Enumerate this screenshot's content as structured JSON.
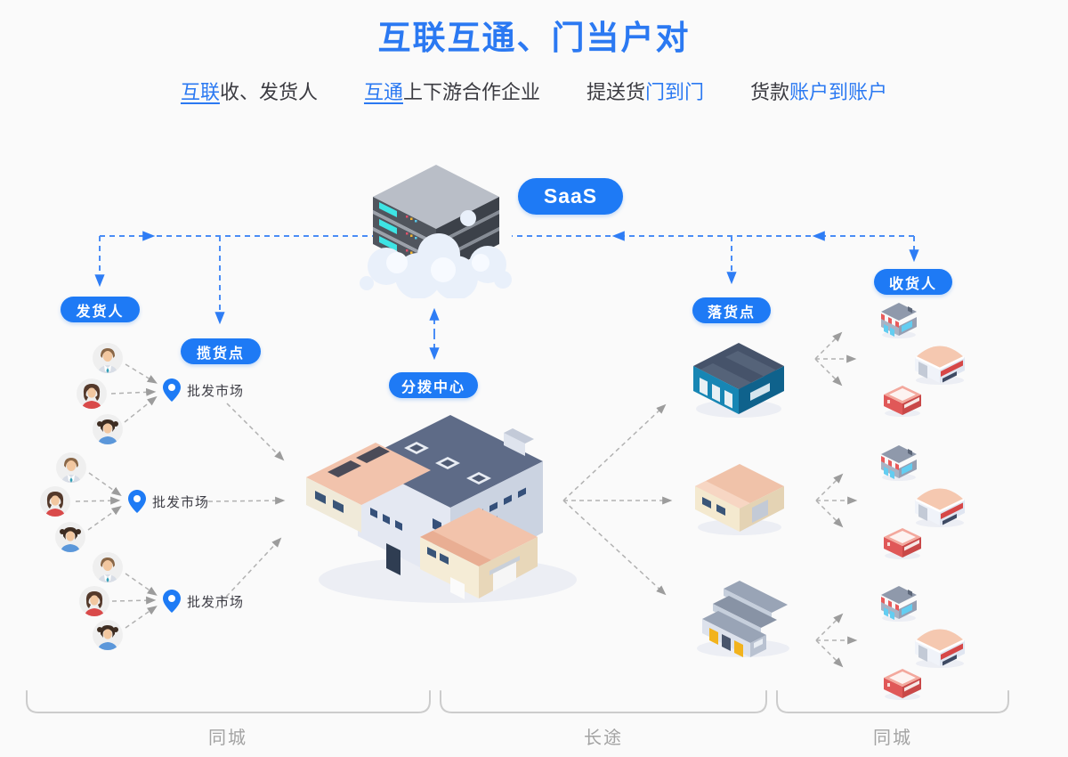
{
  "page": {
    "background": "#fafafa",
    "accent_blue": "#1e7af5",
    "title_blue": "#2b79f2",
    "text_dark": "#3b3b41",
    "dash_blue": "#4a8df6",
    "dash_gray": "#b1b1b1",
    "bracket_gray": "#cccccc"
  },
  "header": {
    "title": "互联互通、门当户对",
    "features": [
      {
        "parts": [
          {
            "text": "互联"
          },
          {
            "text": "收、发货人"
          }
        ]
      },
      {
        "parts": [
          {
            "text": "互通"
          },
          {
            "text": "上下游合作企业"
          }
        ]
      },
      {
        "parts": [
          {
            "text": "提送货"
          },
          {
            "text": "门到门"
          }
        ]
      },
      {
        "parts": [
          {
            "text": "货款"
          },
          {
            "text": "账户到账户"
          }
        ]
      }
    ]
  },
  "diagram": {
    "saas_badge": "SaaS",
    "nodes": {
      "shipper": "发货人",
      "pickup_point": "揽货点",
      "distribution_center": "分拨中心",
      "dropoff_point": "落货点",
      "consignee": "收货人"
    },
    "markets": [
      {
        "label": "批发市场"
      },
      {
        "label": "批发市场"
      },
      {
        "label": "批发市场"
      }
    ],
    "icons": [
      "saas-server-cloud-icon",
      "location-pin-icon",
      "avatar-man-suit",
      "avatar-woman-red",
      "avatar-woman-blue",
      "factory-building-icon",
      "warehouse-blue-icon",
      "warehouse-pink-icon",
      "warehouse-gray-icon",
      "shop-striped-awning-icon",
      "shop-dome-roof-icon",
      "shop-red-kiosk-icon"
    ],
    "sections": [
      {
        "label": "同城"
      },
      {
        "label": "长途"
      },
      {
        "label": "同城"
      }
    ]
  }
}
